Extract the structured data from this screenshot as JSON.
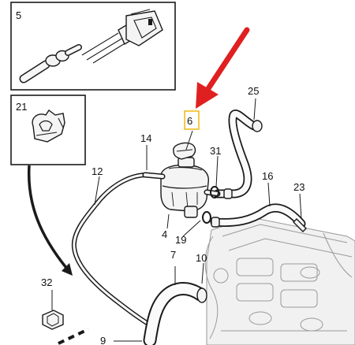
{
  "callouts": [
    {
      "id": "5",
      "text": "5"
    },
    {
      "id": "21",
      "text": "21"
    },
    {
      "id": "6",
      "text": "6"
    },
    {
      "id": "25",
      "text": "25"
    },
    {
      "id": "14",
      "text": "14"
    },
    {
      "id": "31",
      "text": "31"
    },
    {
      "id": "12",
      "text": "12"
    },
    {
      "id": "16",
      "text": "16"
    },
    {
      "id": "23",
      "text": "23"
    },
    {
      "id": "4",
      "text": "4"
    },
    {
      "id": "19",
      "text": "19"
    },
    {
      "id": "7",
      "text": "7"
    },
    {
      "id": "10",
      "text": "10"
    },
    {
      "id": "32",
      "text": "32"
    },
    {
      "id": "9",
      "text": "9"
    }
  ],
  "colors": {
    "highlight_arrow": "#e02020",
    "highlight_box": "#f0b400",
    "line": "#1a1a1a",
    "engine": "#9a9a9a"
  }
}
